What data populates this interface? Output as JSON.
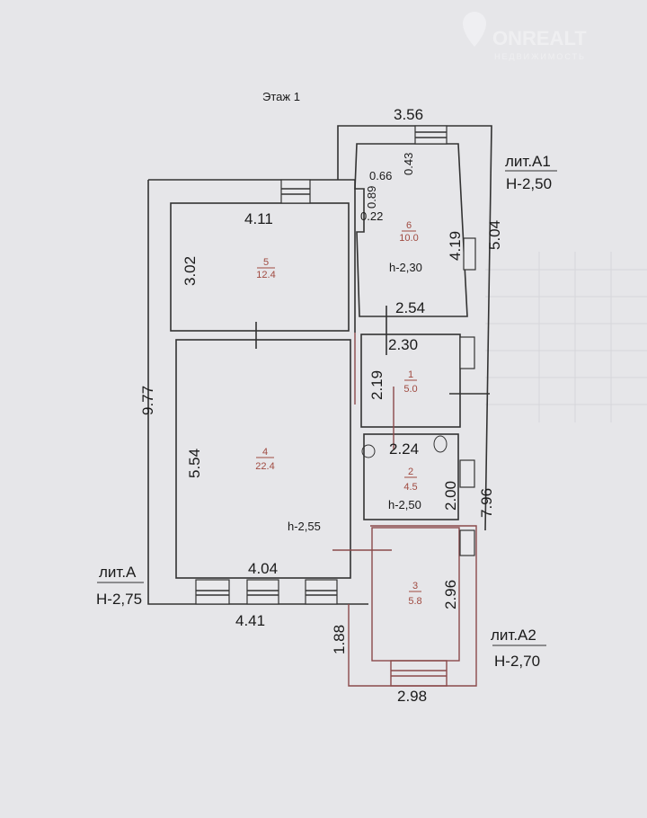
{
  "title": "Этаж 1",
  "watermark": {
    "brand": "ONREALT",
    "subtitle": "НЕДВИЖИМОСТЬ"
  },
  "sections": [
    {
      "label": "лит.А",
      "height": "Н-2,75"
    },
    {
      "label": "лит.А1",
      "height": "Н-2,50"
    },
    {
      "label": "лит.А2",
      "height": "Н-2,70"
    }
  ],
  "rooms": [
    {
      "number": "1",
      "area": "5.0"
    },
    {
      "number": "2",
      "area": "4.5"
    },
    {
      "number": "3",
      "area": "5.8"
    },
    {
      "number": "4",
      "area": "22.4"
    },
    {
      "number": "5",
      "area": "12.4"
    },
    {
      "number": "6",
      "area": "10.0"
    }
  ],
  "ceiling_heights": {
    "room6": "h-2,30",
    "room2": "h-2,50",
    "room4": "h-2,55"
  },
  "dimensions": {
    "a1_top": "3.56",
    "a1_right": "5.04",
    "r6_d043": "0.43",
    "r6_d066": "0.66",
    "r6_d089": "0.89",
    "r6_d022": "0.22",
    "r6_h": "4.19",
    "r6_w": "2.54",
    "r1_w": "2.30",
    "r1_h": "2.19",
    "r5_w": "4.11",
    "r5_h": "3.02",
    "a_left": "9.77",
    "r4_h": "5.54",
    "r4_w": "4.04",
    "a_bottom": "4.41",
    "r2_w": "2.24",
    "r2_h": "2.00",
    "right_796": "7.96",
    "r3_h": "2.96",
    "a2_left": "1.88",
    "a2_bottom": "2.98"
  }
}
